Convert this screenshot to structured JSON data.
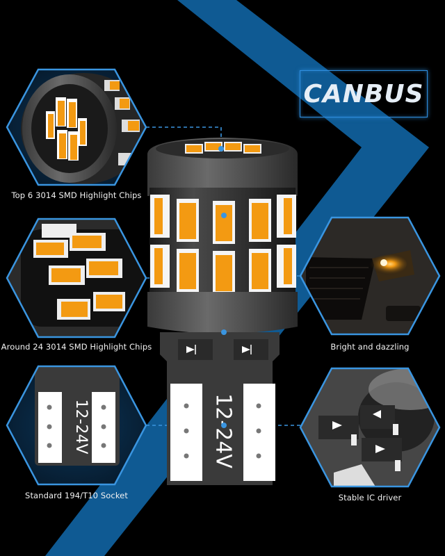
{
  "badge": {
    "label": "CANBUS"
  },
  "features": [
    {
      "id": "top-chips",
      "label": "Top 6 3014 SMD Highlight Chips",
      "side": "left"
    },
    {
      "id": "around-chips",
      "label": "Around 24 3014 SMD Highlight Chips",
      "side": "left"
    },
    {
      "id": "socket",
      "label": "Standard 194/T10 Socket",
      "side": "left"
    },
    {
      "id": "bright",
      "label": "Bright and dazzling",
      "side": "right"
    },
    {
      "id": "ic-driver",
      "label": "Stable IC driver",
      "side": "right"
    }
  ],
  "bulb": {
    "voltage_label": "12-24V"
  },
  "colors": {
    "background": "#000000",
    "accent_blue": "#0f5a93",
    "hex_border": "#3a95e0",
    "led_orange": "#f39a12",
    "housing": "#3a3a3a"
  }
}
